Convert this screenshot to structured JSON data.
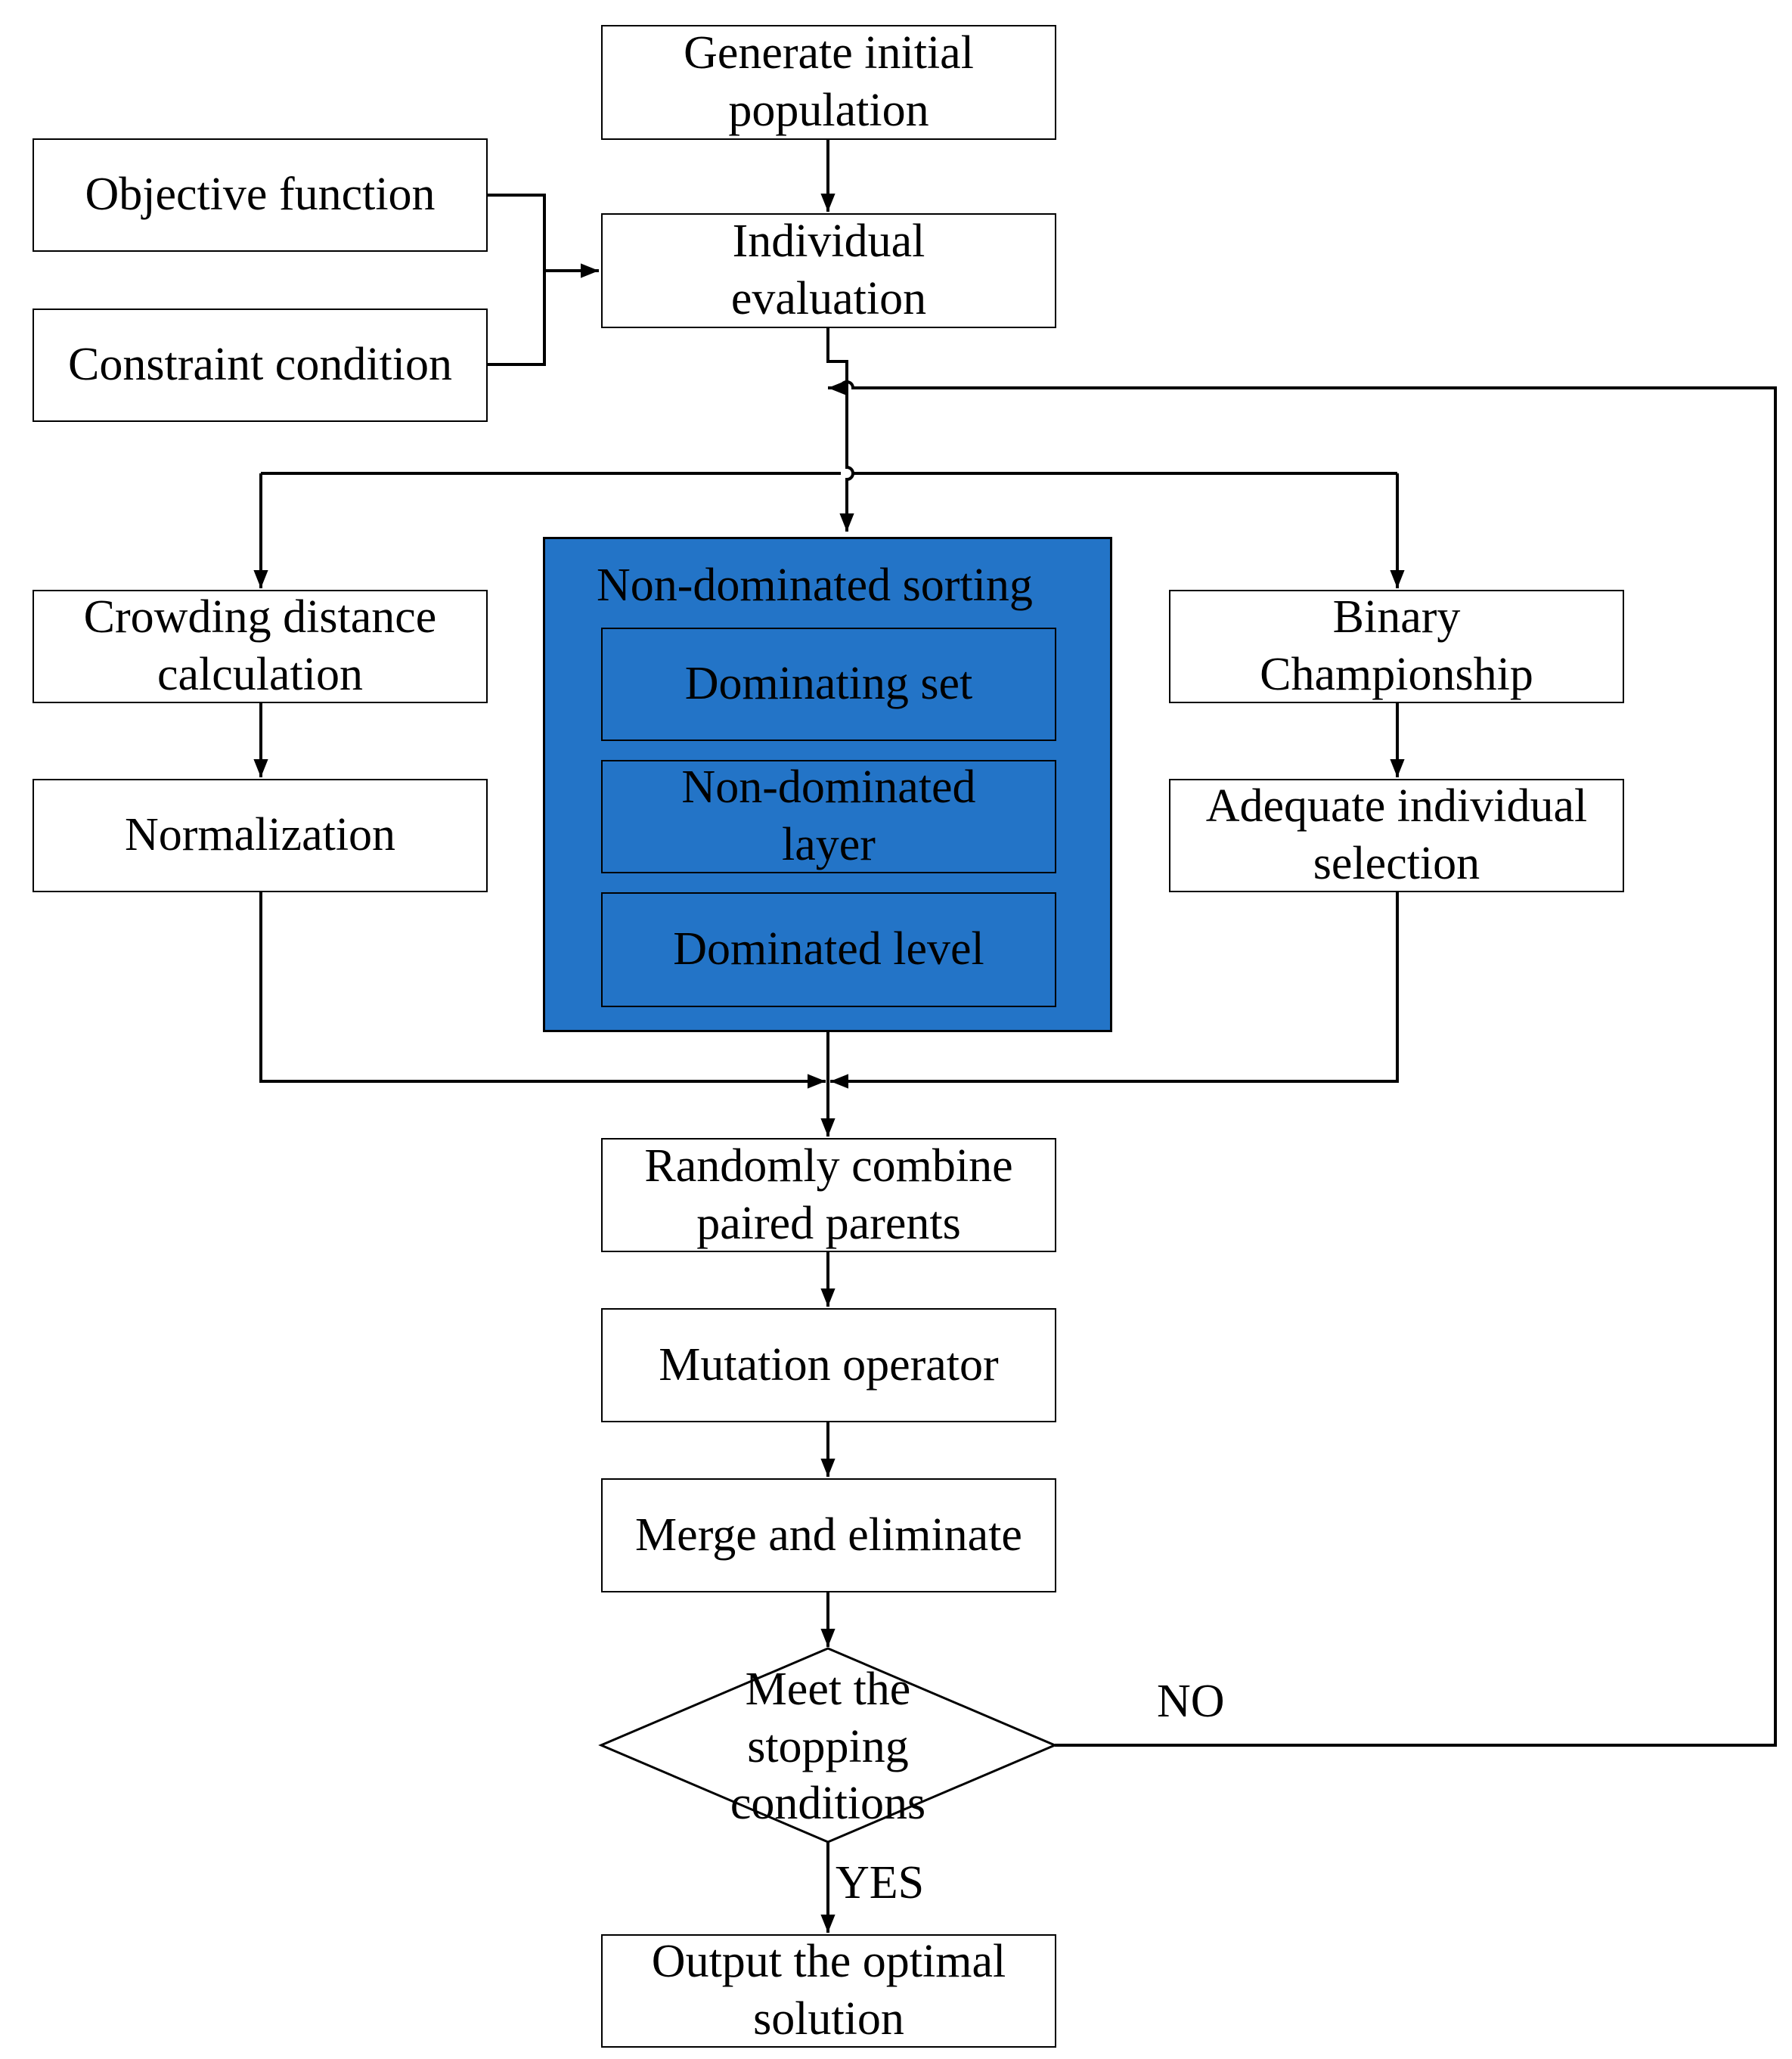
{
  "nodes": {
    "generate": "Generate initial\npopulation",
    "objective": "Objective function",
    "constraint": "Constraint condition",
    "individual": "Individual\nevaluation",
    "crowding": "Crowding distance\ncalculation",
    "normalization": "Normalization",
    "binary": "Binary\nChampionship",
    "adequate": "Adequate individual\nselection",
    "randomly": "Randomly combine\npaired parents",
    "mutation": "Mutation operator",
    "merge": "Merge and eliminate",
    "stopping": "Meet the\nstopping\nconditions",
    "output": "Output the optimal\nsolution"
  },
  "group": {
    "title": "Non-dominated sorting",
    "items": [
      "Dominating set",
      "Non-dominated\nlayer",
      "Dominated level"
    ],
    "fill_color": "#2374C7"
  },
  "edges": {
    "no_label": "NO",
    "yes_label": "YES"
  }
}
